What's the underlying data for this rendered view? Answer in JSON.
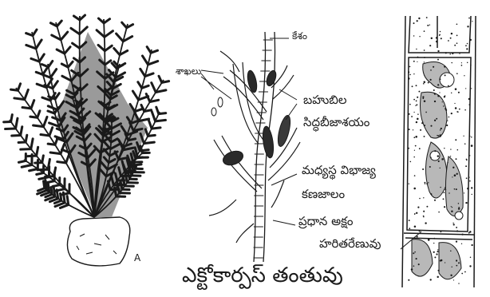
{
  "caption": "ఎక్టోకార్పస్ తంతువు",
  "panel_letter": "A",
  "labels": {
    "hair": "కేశం",
    "branches": "శాఖలు",
    "plurilocular_line1": "బహుబిల",
    "plurilocular_line2": "సిద్ధబీజాశయం",
    "intercalary_line1": "మధ్యస్థ విభాజ్య",
    "intercalary_line2": "కణజాలం",
    "main_axis": "ప్రధాన అక్షం",
    "chromatophore": "హరితరేణువు"
  },
  "colors": {
    "ink": "#1a1a1a",
    "paper": "#ffffff",
    "shade": "#9a9a9a"
  }
}
